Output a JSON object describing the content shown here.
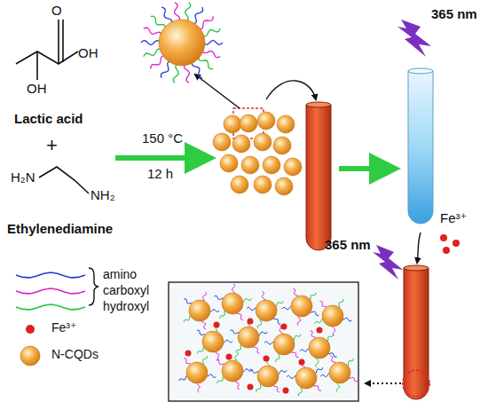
{
  "diagram": {
    "labels": [
      "O",
      "OH",
      "OH",
      "Lactic acid",
      "+",
      "H₂N",
      "NH₂",
      "Ethylenediamine",
      "150 °C",
      "12 h",
      "365 nm",
      "Fe³⁺",
      "365 nm"
    ],
    "legend": [
      {
        "text": "amino"
      },
      {
        "text": "carboxyl"
      },
      {
        "text": "hydroxyl"
      },
      {
        "text": "Fe³⁺"
      },
      {
        "text": "N-CQDs"
      }
    ]
  }
}
